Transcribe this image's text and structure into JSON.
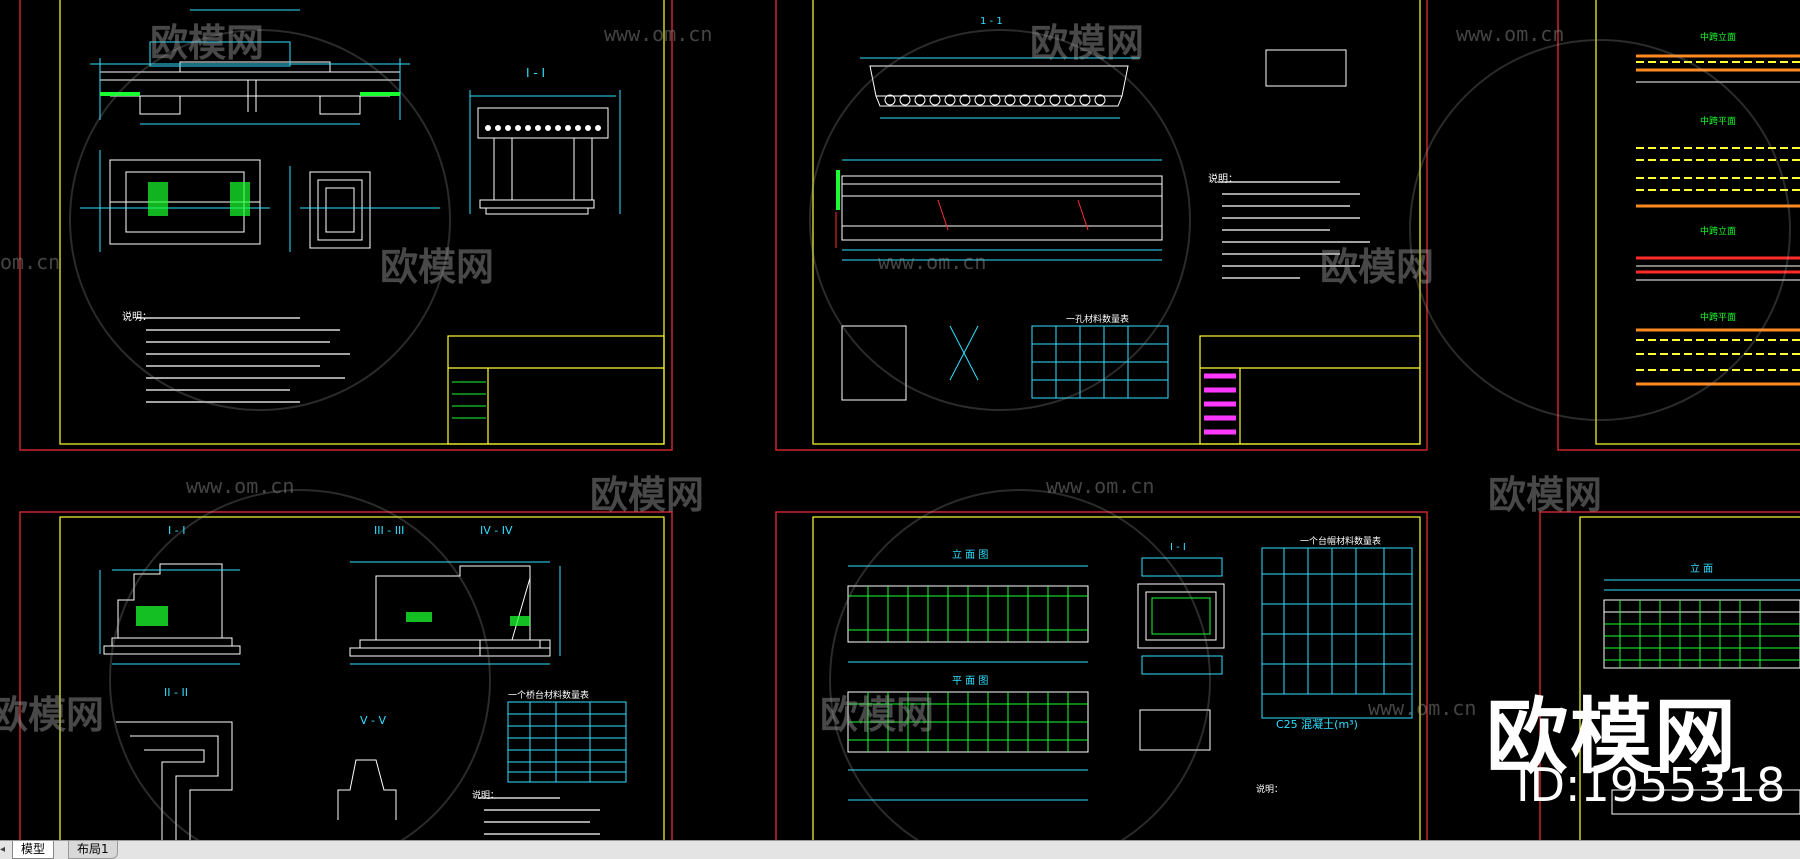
{
  "window": {
    "title": "AutoCAD drawing — model space"
  },
  "watermark": {
    "brand_cn": "欧模网",
    "url": "www.om.cn",
    "url_partial": "om.cn",
    "id_text": "ID:1955318"
  },
  "sheets": {
    "top_left": {
      "section_label": "I - I",
      "notes_title": "说明："
    },
    "top_mid": {
      "section_label": "1 - 1",
      "notes_title": "说明：",
      "table_title": "一孔材料数量表"
    },
    "top_right": {
      "labels": [
        "中跨立面",
        "中跨平面",
        "中跨立面",
        "中跨平面"
      ]
    },
    "bottom_left": {
      "section_labels": [
        "I - I",
        "III - III",
        "IV - IV",
        "II - II",
        "V - V"
      ],
      "table_title": "一个桥台材料数量表",
      "notes_title": "说明："
    },
    "bottom_mid": {
      "labels": [
        "立 面 图",
        "平 面 图",
        "I - I"
      ],
      "table_title": "一个台帽材料数量表",
      "concrete_label": "C25  混凝土(m³)",
      "notes_title": "说明："
    },
    "bottom_right": {
      "labels": [
        "立 面"
      ]
    }
  },
  "colors": {
    "sheet_border": "#c8262d",
    "frame": "#ffff33",
    "line_cyan": "#2fe0ff",
    "line_white": "#ffffff",
    "line_green": "#19ff2f",
    "line_magenta": "#ff38ff",
    "rebar_orange": "#ff8a1f"
  },
  "tabs": {
    "model": "模型",
    "layout1": "布局1"
  }
}
